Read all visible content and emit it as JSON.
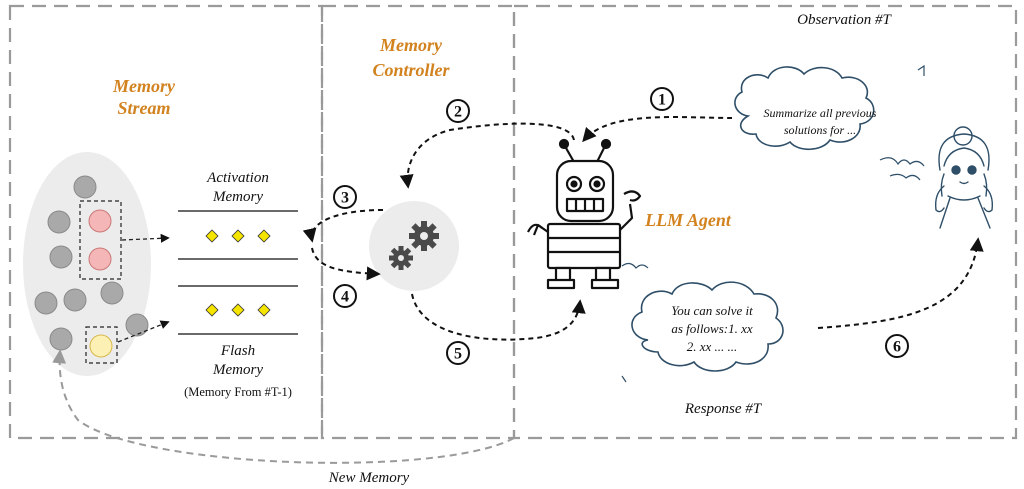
{
  "sections": {
    "memory_stream": [
      "Memory",
      "Stream"
    ],
    "memory_controller": [
      "Memory",
      "Controller"
    ],
    "llm_agent": "LLM Agent"
  },
  "memory_bank": {
    "activation": [
      "Activation",
      "Memory"
    ],
    "flash": [
      "Flash",
      "Memory"
    ],
    "flash_note": "(Memory From #T-1)",
    "marker": "◆ ◆ ◆"
  },
  "observation": {
    "title": "Observation #T",
    "text": [
      "Summarize all previous",
      "solutions for ..."
    ]
  },
  "response": {
    "title": "Response #T",
    "text": [
      "You can solve it",
      "as follows:1. xx",
      "2. xx ... ..."
    ]
  },
  "new_memory": "New Memory",
  "steps": [
    "1",
    "2",
    "3",
    "4",
    "5",
    "6"
  ],
  "colors": {
    "accent": "#d2821e",
    "dashed_frame": "#9a9a9a",
    "memory_red": "#f4b6b6",
    "memory_yellow": "#fdf0b5",
    "memory_gray": "#a9a9a9",
    "diamond": "#f5e400"
  }
}
